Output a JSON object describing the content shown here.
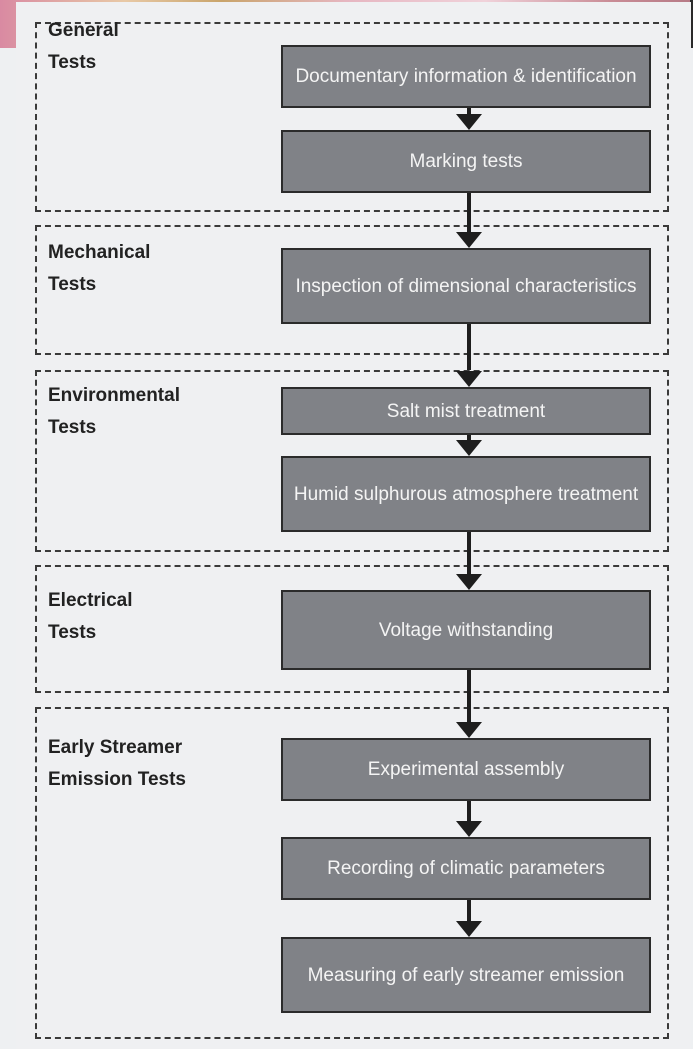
{
  "sections": [
    {
      "label": "General\nTests",
      "steps": [
        "Documentary information & identification",
        "Marking tests"
      ]
    },
    {
      "label": "Mechanical\nTests",
      "steps": [
        "Inspection of dimensional characteristics"
      ]
    },
    {
      "label": "Environmental\nTests",
      "steps": [
        "Salt mist treatment",
        "Humid sulphurous atmosphere treatment"
      ]
    },
    {
      "label": "Electrical\nTests",
      "steps": [
        "Voltage withstanding"
      ]
    },
    {
      "label": "Early Streamer\nEmission Tests",
      "steps": [
        "Experimental assembly",
        "Recording of climatic parameters",
        "Measuring of early streamer emission"
      ]
    }
  ],
  "colors": {
    "box_fill": "#808287",
    "box_text": "#f4f4f4",
    "border": "#2b2b2b",
    "background": "#eff0f2"
  }
}
